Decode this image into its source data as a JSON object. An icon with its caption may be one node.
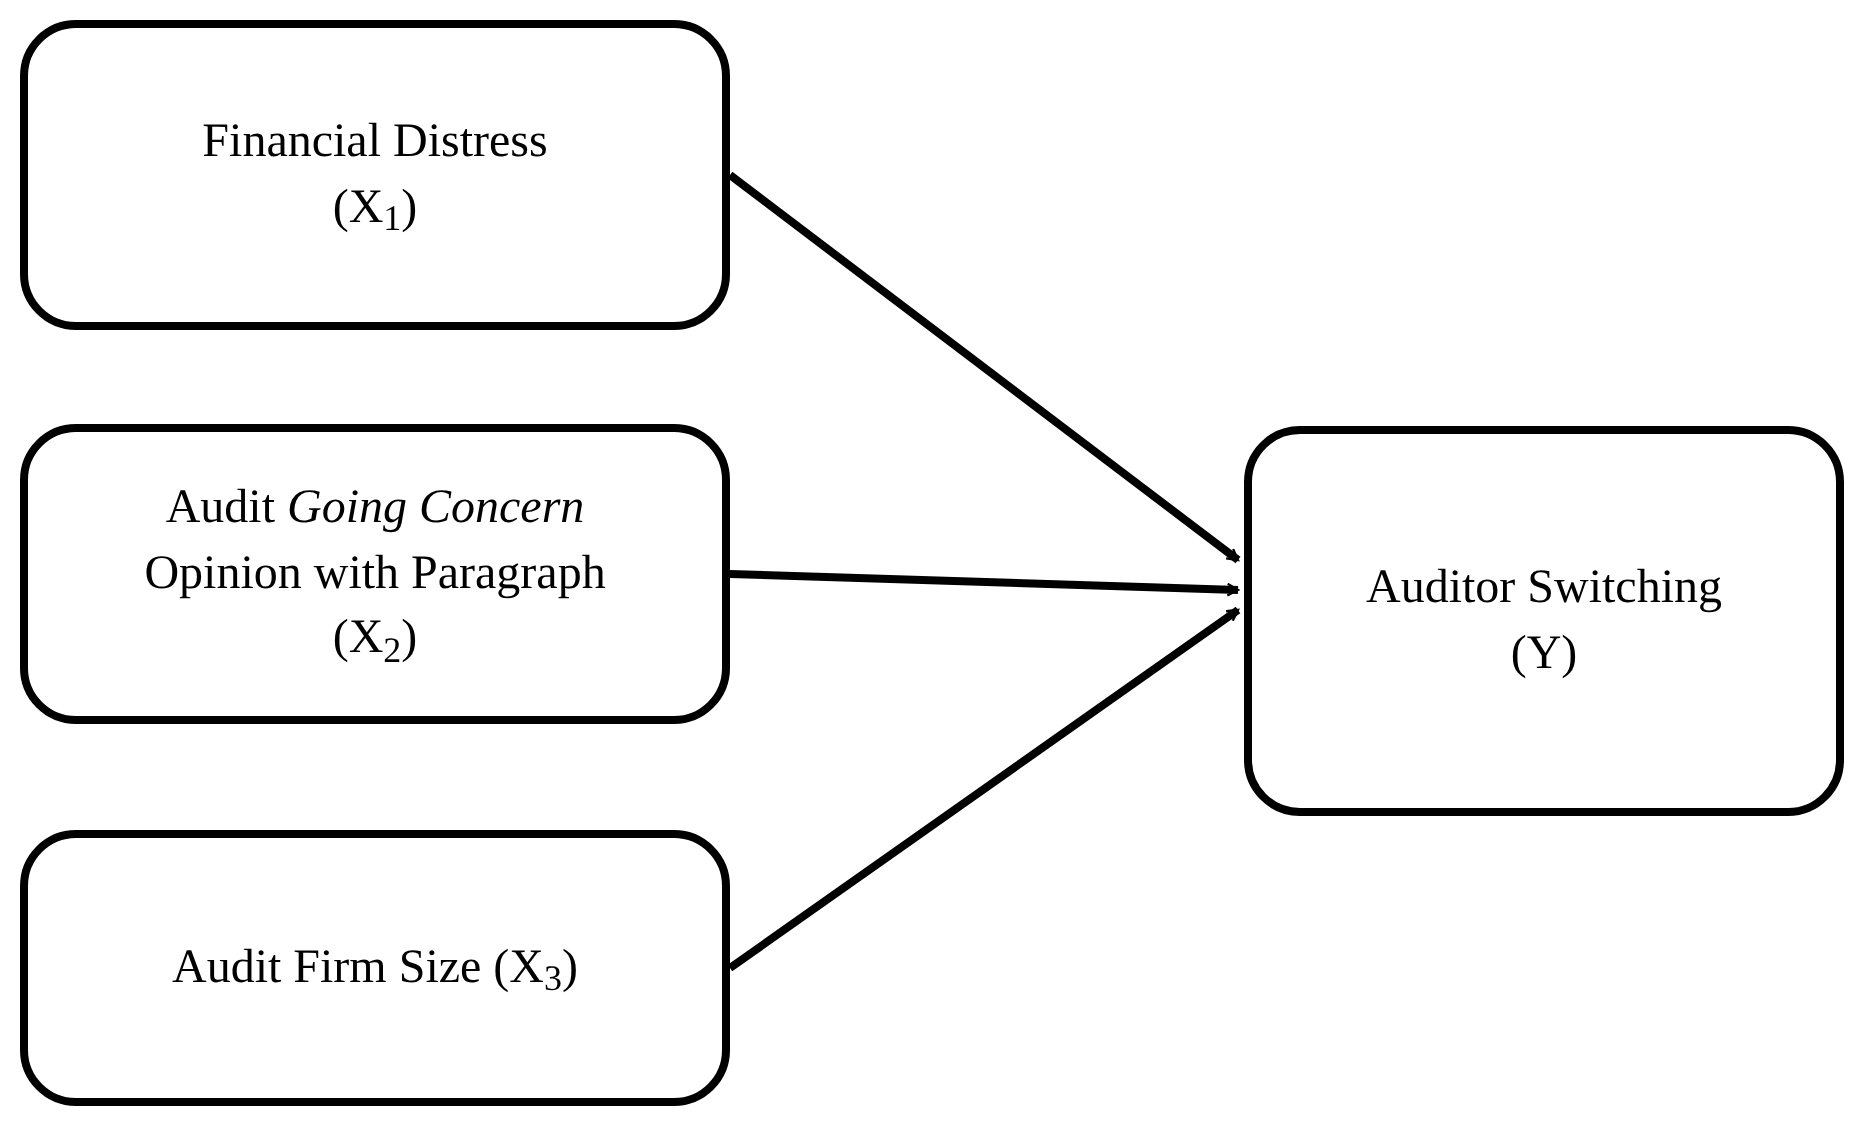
{
  "diagram": {
    "nodes": [
      {
        "text": [
          "Financial Distress",
          "(X$_{1}$)"
        ]
      },
      {
        "text": [
          "Audit *Going Concern* Opinion with Paragraph (X$_{2}$)"
        ]
      },
      {
        "text": [
          "Audit Firm Size (X$_{3}$)"
        ]
      },
      {
        "text": [
          "Auditor Switching",
          "(Y)"
        ]
      }
    ],
    "edges": [
      {
        "from": 0,
        "to": 3,
        "arrow": "to"
      },
      {
        "from": 1,
        "to": 3,
        "arrow": "to"
      },
      {
        "from": 2,
        "to": 3,
        "arrow": "to"
      }
    ]
  }
}
